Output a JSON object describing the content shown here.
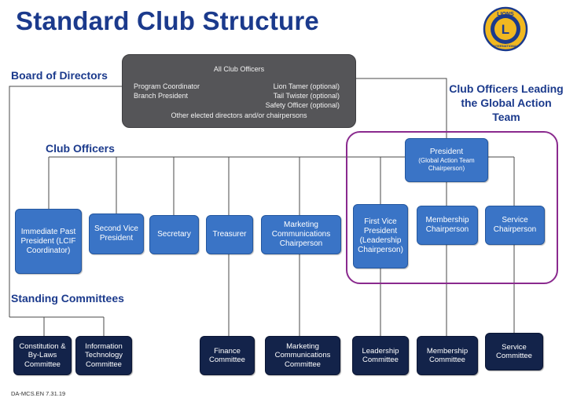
{
  "title": "Standard Club Structure",
  "labels": {
    "board": "Board of Directors",
    "club_officers": "Club Officers",
    "standing": "Standing Committees",
    "gat": "Club Officers Leading the Global Action Team"
  },
  "all_officers": {
    "title": "All Club Officers",
    "left": [
      "Program Coordinator",
      "Branch President"
    ],
    "right": [
      "Lion Tamer (optional)",
      "Tail Twister (optional)",
      "Safety Officer (optional)"
    ],
    "bottom": "Other elected directors and/or chairpersons"
  },
  "president": {
    "title": "President",
    "sub": "(Global Action Team Chairperson)"
  },
  "officers": [
    "Immediate Past President (LCIF Coordinator)",
    "Second Vice President",
    "Secretary",
    "Treasurer",
    "Marketing Communications Chairperson",
    "First Vice President (Leadership Chairperson)",
    "Membership Chairperson",
    "Service Chairperson"
  ],
  "committees": [
    "Constitution & By-Laws Committee",
    "Information Technology Committee",
    "Finance Committee",
    "Marketing Communications Committee",
    "Leadership Committee",
    "Membership Committee",
    "Service Committee"
  ],
  "logo": {
    "text": "LIONS",
    "letter": "L",
    "sub": "INTERNATIONAL",
    "icon": "lions-emblem"
  },
  "footer": "DA-MCS.EN  7.31.19",
  "colors": {
    "title": "#1b3a8c",
    "officer_box": "#3a74c6",
    "committee_box": "#13234a",
    "officers_panel": "#555558",
    "gat_frame": "#8a2a8e",
    "logo_gold": "#f1b820"
  }
}
